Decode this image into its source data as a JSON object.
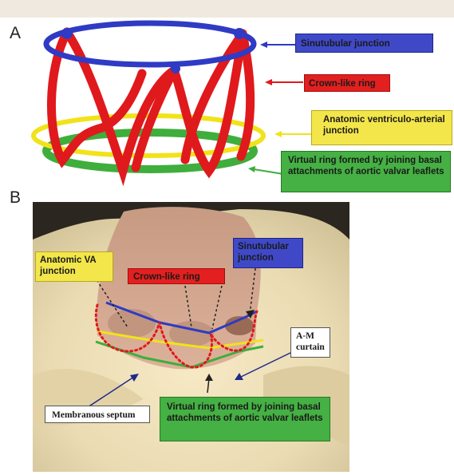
{
  "panels": {
    "a": {
      "letter": "A",
      "labels": {
        "sinutubular": "Sinutubular junction",
        "crown": "Crown-like ring",
        "anatomic_va": "Anatomic ventriculo-arterial junction",
        "virtual_ring": "Virtual ring formed by joining basal attachments of aortic valvar leaflets"
      }
    },
    "b": {
      "letter": "B",
      "labels": {
        "anatomic_va": "Anatomic VA junction",
        "crown": "Crown-like ring",
        "sinutubular": "Sinutubular junction",
        "am_curtain": "A-M curtain",
        "membranous_septum": "Membranous septum",
        "virtual_ring": "Virtual ring formed by joining basal attachments of aortic valvar leaflets"
      }
    }
  },
  "colors": {
    "sinutubular": "#2f3bc4",
    "crown": "#e0191c",
    "anatomic_va": "#f2e21a",
    "virtual_ring": "#3fae3c",
    "label_blue_bg": "#3f49c8",
    "label_red_bg": "#e3201f",
    "label_yellow_bg": "#f3e64a",
    "label_green_bg": "#45b043"
  }
}
